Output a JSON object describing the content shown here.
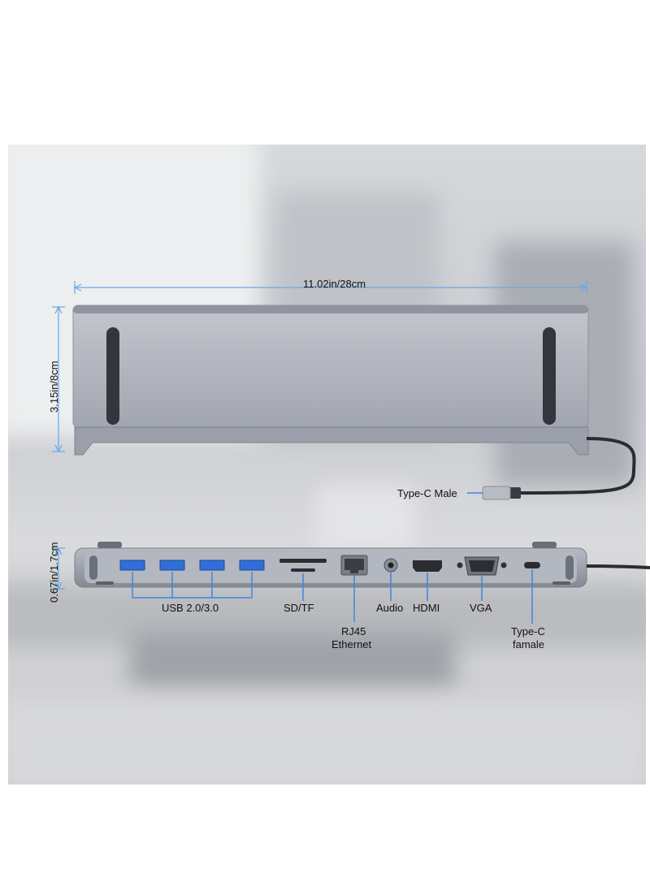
{
  "dimensions": {
    "width": "11.02in/28cm",
    "height": "3.15in/8cm",
    "thickness": "0.67in/1.7cm"
  },
  "callouts": {
    "type_c_male": "Type-C Male",
    "usb": "USB 2.0/3.0",
    "sd_tf": "SD/TF",
    "rj45_line1": "RJ45",
    "rj45_line2": "Ethernet",
    "audio": "Audio",
    "hdmi": "HDMI",
    "vga": "VGA",
    "type_c_female_line1": "Type-C",
    "type_c_female_line2": "famale"
  },
  "colors": {
    "dimension_line": "#6aa6e8",
    "callout_line": "#3f86db",
    "usb_port": "#2f6fd6",
    "housing": "#a7acb6"
  }
}
